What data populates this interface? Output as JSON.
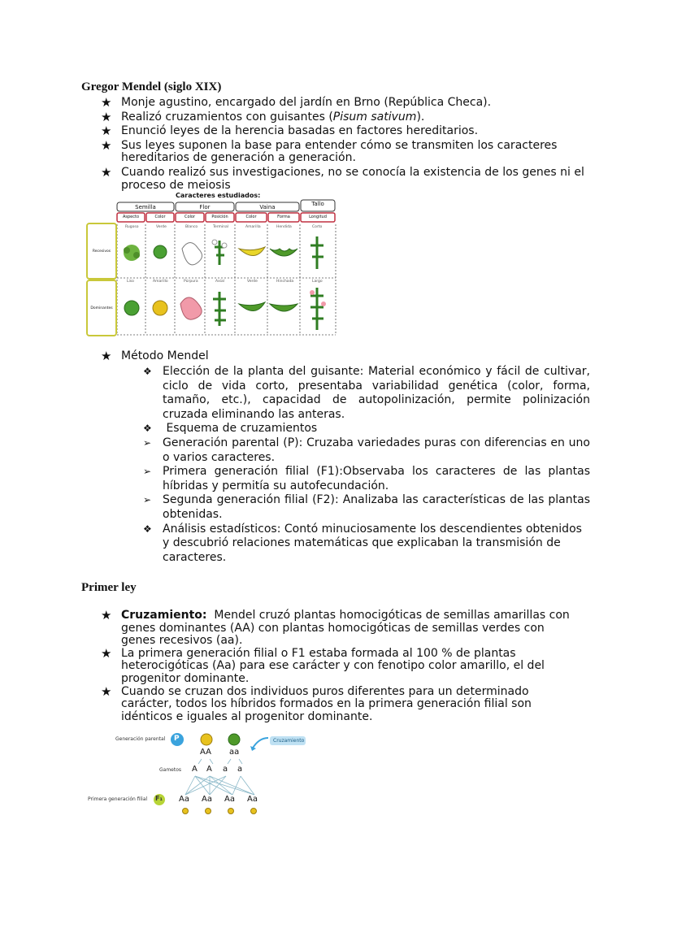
{
  "section1": {
    "title": "Gregor Mendel (siglo XIX)",
    "items": [
      "Monje agustino, encargado del jardín en Brno (República Checa).",
      "Realizó cruzamientos con guisantes (",
      "Pisum sativum",
      ").",
      "Enunció leyes de la herencia basadas en factores hereditarios.",
      "Sus leyes suponen la base para entender cómo se transmiten los caracteres hereditarios de generación a generación.",
      "Cuando realizó sus investigaciones, no se conocía la existencia de los genes ni el proceso de meiosis"
    ]
  },
  "table": {
    "caption": "Caracteres estudiados:",
    "groups": [
      "Semilla",
      "Flor",
      "Vaina",
      "Tallo"
    ],
    "traits": [
      "Aspecto",
      "Color",
      "Color",
      "Posición",
      "Color",
      "Forma",
      "Longitud"
    ],
    "recessive_label": "Recesivos",
    "dominant_label": "Dominantes",
    "recessive": [
      "Rugoso",
      "Verde",
      "Blanco",
      "Terminal",
      "Amarilla",
      "Hendida",
      "Corto"
    ],
    "dominant": [
      "Liso",
      "Amarillo",
      "Púrpura",
      "Axial",
      "Verde",
      "Hinchada",
      "Largo"
    ]
  },
  "method": {
    "title": "Método Mendel",
    "items": [
      "Elección de la planta del guisante: Material económico y fácil de cultivar, ciclo de vida corto, presentaba variabilidad genética (color, forma, tamaño, etc.), capacidad de autopolinización, permite polinización cruzada eliminando las anteras.",
      " Esquema de cruzamientos",
      "Generación parental (P): Cruzaba variedades puras con diferencias en uno o varios caracteres.",
      "Primera generación filial (F1):Observaba los caracteres de las plantas híbridas y permitía su autofecundación.",
      "Segunda generación filial (F2): Analizaba las características de las plantas obtenidas.",
      "Análisis estadísticos: Contó minuciosamente los descendientes obtenidos y descubrió relaciones matemáticas que explicaban la transmisión de caracteres."
    ],
    "markers": [
      "❖",
      "❖",
      "➢",
      "➢",
      "➢",
      "❖"
    ]
  },
  "section2": {
    "title": "Primer ley",
    "items": [
      "Cruzamiento:",
      "  Mendel cruzó plantas homocigóticas de semillas amarillas con genes dominantes (AA) con plantas homocigóticas de semillas verdes con genes recesivos (aa).",
      "La primera generación filial o F1  estaba formada al 100 % de plantas heterocigóticas (Aa) para ese carácter y con fenotipo color amarillo, el del progenitor dominante.",
      "Cuando se cruzan dos individuos puros diferentes para un determinado carácter, todos los híbridos formados en la primera generación filial son idénticos e iguales al progenitor dominante."
    ]
  },
  "cross": {
    "parental_label": "Generación parental",
    "parental_badge": "P",
    "cross_label": "Cruzamiento",
    "geno_dom": "AA",
    "geno_rec": "aa",
    "gametes_label": "Gametos",
    "gametes": [
      "A",
      "A",
      "a",
      "a"
    ],
    "f1_label": "Primera generación filial",
    "f1_badge": "F₁",
    "f1": [
      "Aa",
      "Aa",
      "Aa",
      "Aa"
    ],
    "colors": {
      "yellow": "#e8c21e",
      "green": "#4f9a2a",
      "blue": "#3aa3dd",
      "lime": "#b7d436"
    }
  },
  "icons": {
    "star": "★"
  }
}
